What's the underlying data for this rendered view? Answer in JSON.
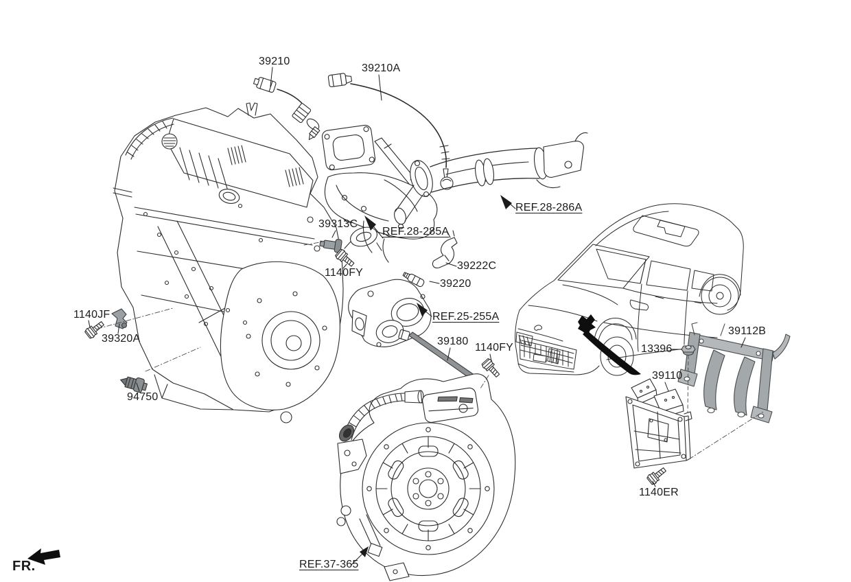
{
  "diagram": {
    "background": "#ffffff",
    "line_color": "#2b2b2b",
    "label_color": "#1b1b1b",
    "shaded_gray": "#9aa0a4",
    "dark_gray": "#7e8386",
    "black_fill": "#0e0e0e"
  },
  "labels": {
    "p39210": "39210",
    "p39210a": "39210A",
    "ref_28_285a": "REF.28-285A",
    "ref_28_286a": "REF.28-286A",
    "p39313c": "39313C",
    "p1140fy_a": "1140FY",
    "p39222c": "39222C",
    "p39220": "39220",
    "ref_25_255a": "REF.25-255A",
    "p39180": "39180",
    "p1140fy_b": "1140FY",
    "p1140jf": "1140JF",
    "p39320a": "39320A",
    "p94750": "94750",
    "p13396": "13396",
    "p39112b": "39112B",
    "p39110": "39110",
    "p1140er": "1140ER",
    "ref_37_365": "REF.37-365",
    "fr": "FR."
  },
  "icons": {
    "fr_direction_arrow": "solid-black-arrow-left",
    "ecu_location_marker": "solid-black-wedge-arrow",
    "kia_badge": "kia-script-logo"
  }
}
